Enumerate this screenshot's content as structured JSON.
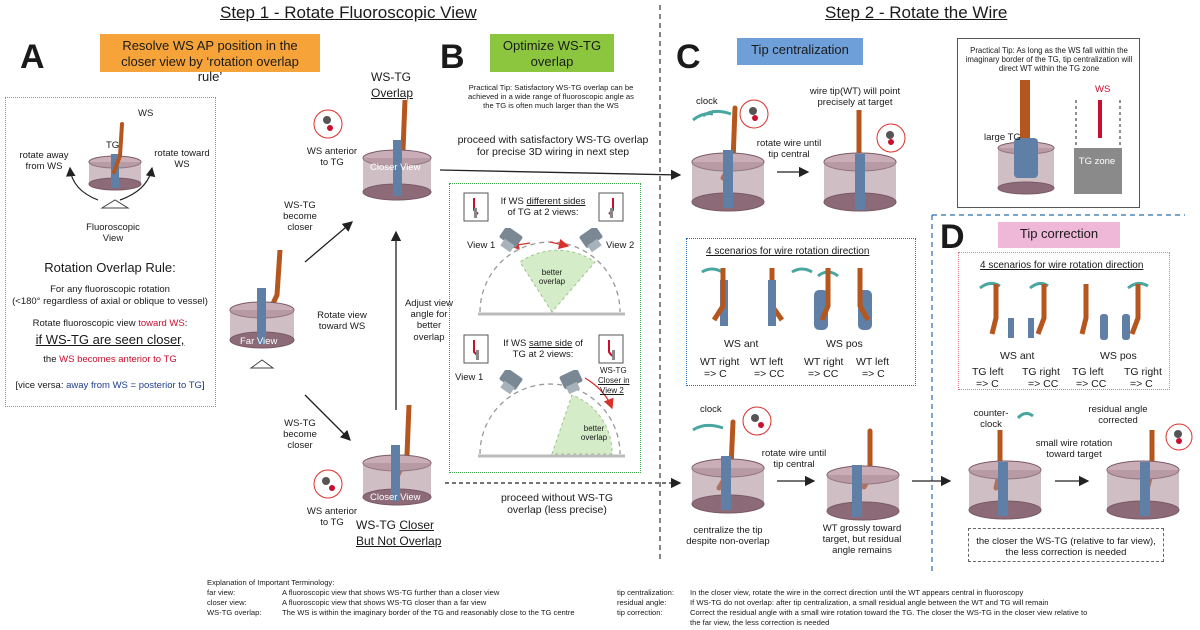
{
  "step1_title": "Step 1 - Rotate Fluoroscopic View",
  "step2_title": "Step 2 - Rotate the Wire",
  "panel_a": {
    "letter": "A",
    "label": "Resolve WS AP position in the closer view by ‘rotation overlap rule’",
    "ws": "WS",
    "tg": "TG",
    "away": "rotate away from WS",
    "toward": "rotate toward WS",
    "fluoro": "Fluoroscopic View",
    "rule_title": "Rotation Overlap Rule:",
    "rule_line1": "For any fluoroscopic rotation",
    "rule_line2": "(<180° regardless of axial or oblique to vessel)",
    "rule_line3a": "Rotate fluoroscopic view ",
    "rule_line3b": "toward WS",
    "rule_line3c": ":",
    "rule_big": "if WS-TG are seen closer,",
    "rule_line4a": "the ",
    "rule_line4b": "WS becomes anterior to TG",
    "rule_line5a": "[vice versa: ",
    "rule_line5b": "away from WS = posterior to TG",
    "rule_line5c": "]"
  },
  "flow": {
    "far_view": "Far View",
    "closer_view": "Closer View",
    "rotate_view": "Rotate view toward WS",
    "become_closer": "WS-TG become closer",
    "overlap_title": "WS-TG",
    "overlap_title2": "Overlap",
    "ws_anterior": "WS anterior to TG",
    "adjust": "Adjust view angle for better overlap",
    "closer_title1": "WS-TG ",
    "closer_title2": "Closer",
    "closer_title3": "But Not Overlap"
  },
  "panel_b": {
    "letter": "B",
    "label": "Optimize WS-TG overlap",
    "tip": "Practical Tip: Satisfactory WS-TG overlap can be achieved in a wide range of fluoroscopic angle as the TG is often much larger than the WS",
    "proceed": "proceed with satisfactory WS-TG overlap for precise 3D wiring in next step",
    "diff_pre": "If WS ",
    "diff_ul": "different sides",
    "diff_post1": "of TG",
    "diff_post2": " at 2 views:",
    "same_pre": "If WS ",
    "same_ul": "same side",
    "same_post": " of",
    "same_post2": "TG at 2 views:",
    "view1": "View 1",
    "view2": "View 2",
    "better": "better overlap",
    "closer_v2a": "WS-TG",
    "closer_v2b": "Closer in",
    "closer_v2c": "View 2",
    "without": "proceed without WS-TG overlap (less precise)"
  },
  "panel_c": {
    "letter": "C",
    "label": "Tip centralization",
    "clock": "clock",
    "rotate_until": "rotate wire until tip central",
    "wt_point": "wire tip(WT) will point precisely at target",
    "scen_title": "4 scenarios for wire rotation direction",
    "ws_ant": "WS ant",
    "ws_pos": "WS pos",
    "wt_right": "WT right",
    "wt_left": "WT left",
    "to_c": "=> C",
    "to_cc": "=> CC",
    "centralize": "centralize the tip despite non-overlap",
    "grossly": "WT grossly toward target, but residual angle remains"
  },
  "tip_box": {
    "text": "Practical Tip:  As long as the WS fall within the imaginary border of the TG, tip centralization will direct WT within the TG zone",
    "large_tg": "large TG",
    "ws": "WS",
    "tg_zone": "TG zone"
  },
  "panel_d": {
    "letter": "D",
    "label": "Tip correction",
    "scen_title": "4 scenarios for wire rotation direction",
    "tg_left": "TG left",
    "tg_right": "TG right",
    "counter": "counter-clock",
    "small": "small wire rotation toward target",
    "residual": "residual angle corrected",
    "closer_note": "the closer the WS-TG (relative to far view), the less correction is needed"
  },
  "glossary": {
    "title": "Explanation of Important Terminology:",
    "left": [
      {
        "term": "far view:",
        "def": "A fluoroscopic view that shows WS-TG further than a closer view"
      },
      {
        "term": "closer view:",
        "def": "A fluoroscopic view that shows WS-TG closer than a far view"
      },
      {
        "term": "WS-TG overlap:",
        "def": "The WS is within the imaginary border of the TG and reasonably close to the TG centre"
      }
    ],
    "right": [
      {
        "term": "tip centralization:",
        "def": "In the closer view, rotate the wire in the correct direction until the WT appears central in fluoroscopy"
      },
      {
        "term": "residual angle:",
        "def": "If WS-TG do not overlap: after tip centralization, a small residual angle between the WT and TG will remain"
      },
      {
        "term": "tip correction:",
        "def": "Correct the residual angle with a small wire rotation toward the TG. The closer the WS-TG in the closer view relative to"
      },
      {
        "term": "",
        "def": "the far view, the less correction is needed"
      }
    ]
  },
  "colors": {
    "orange": "#f6a33a",
    "green": "#8cc63f",
    "blue": "#6f9fd8",
    "pink": "#efb8d8",
    "wire": "#b5561f",
    "tg": "#5f7fa6",
    "red": "#c8102e"
  }
}
